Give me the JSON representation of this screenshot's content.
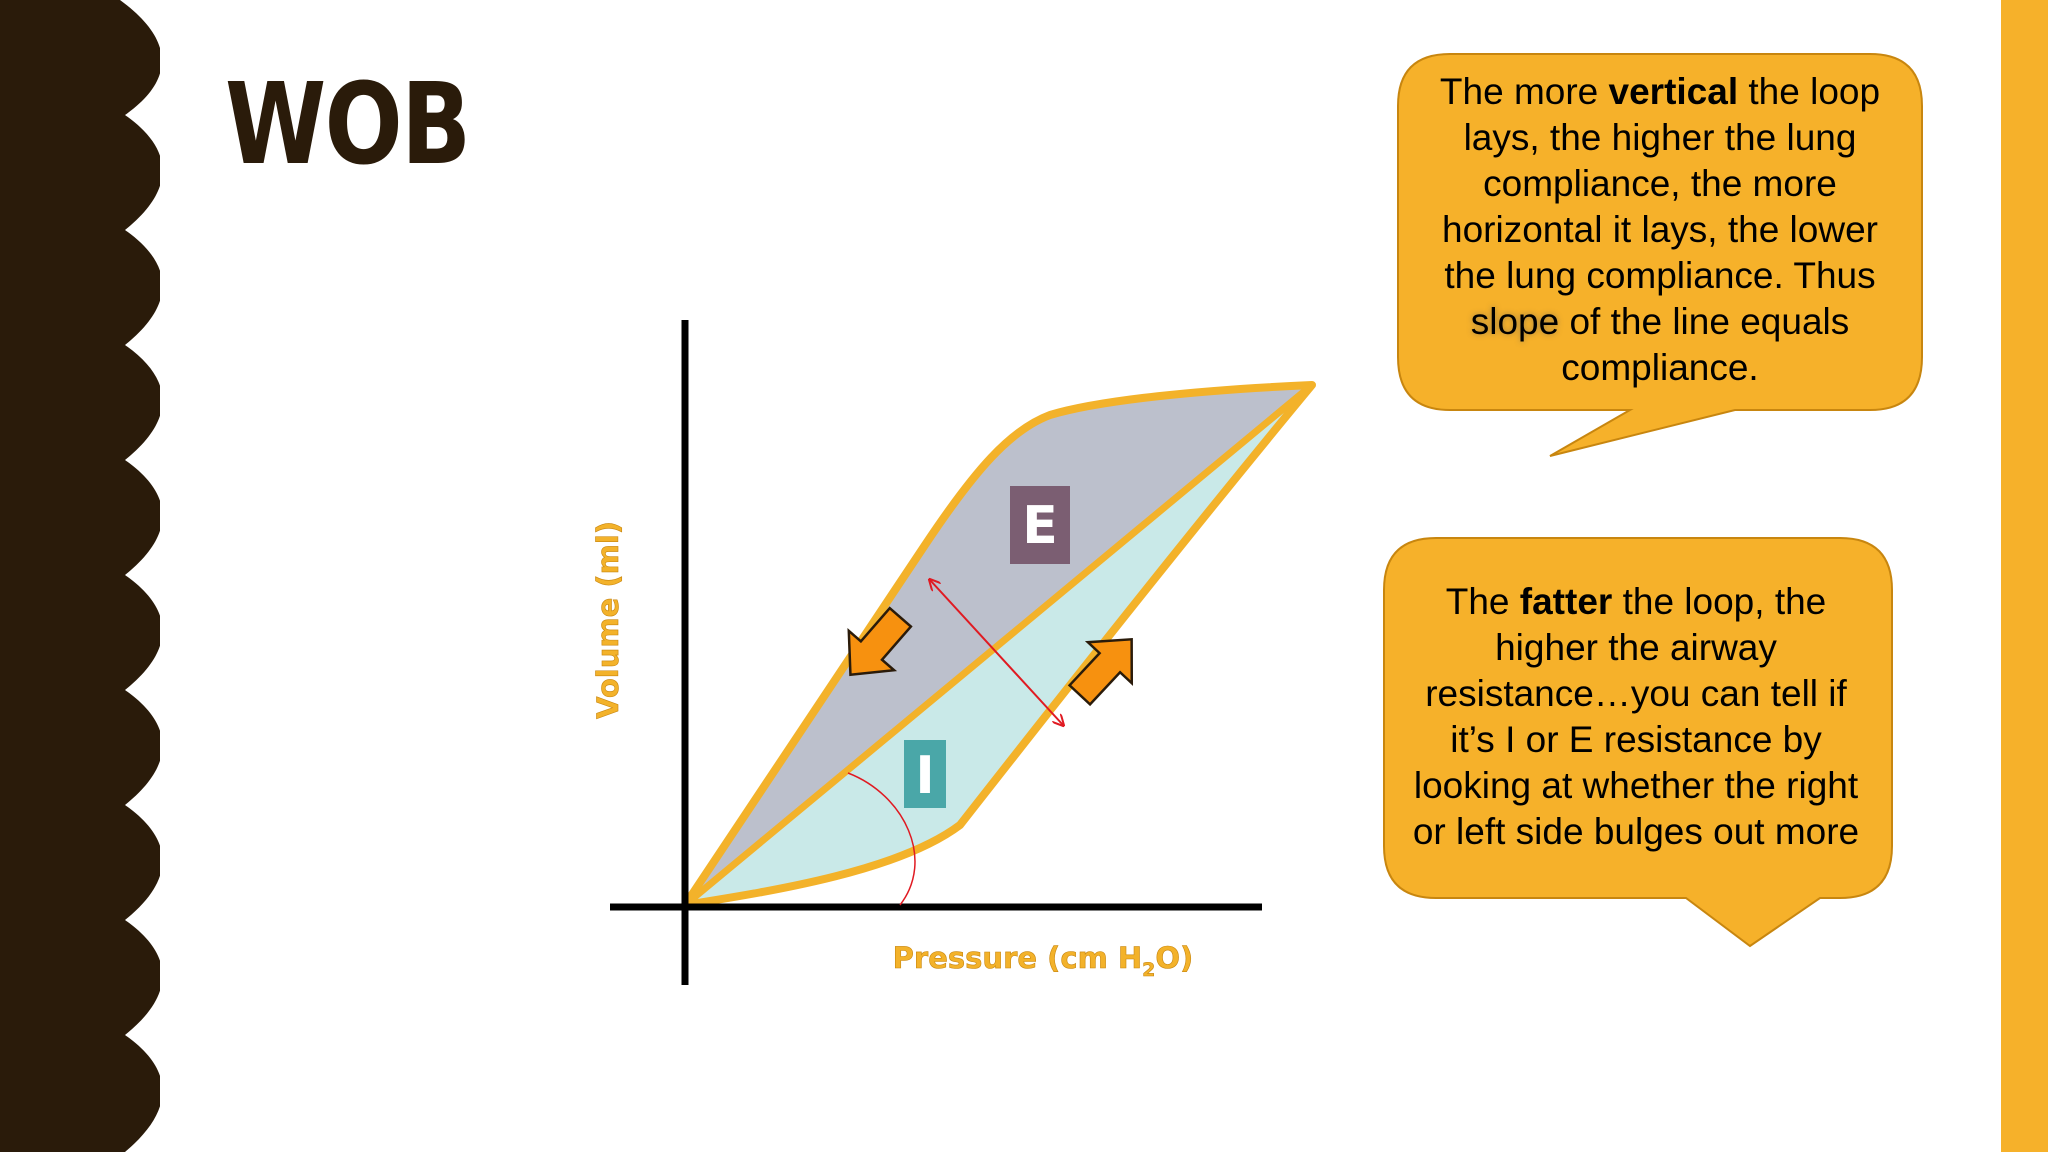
{
  "slide": {
    "title": "WOB"
  },
  "colors": {
    "dark_brown": "#2a1b0a",
    "accent_gold": "#f6b12a",
    "callout_fill": "#f6b12a",
    "callout_border": "#c8860f",
    "loop_outline": "#f3b22a",
    "expiration_fill": "#bcc0cc",
    "inspiration_fill": "#c9e9e8",
    "badge_E": "#7b5e72",
    "badge_I": "#4aa7a8",
    "arrow_fill": "#f7910f",
    "resistance_line": "#e01a22",
    "axis_label_color": "#f3b22a"
  },
  "callouts": {
    "compliance": {
      "before_bold": "The more ",
      "bold": "vertical",
      "after_bold": " the loop lays, the higher the lung compliance, the more horizontal it lays, the lower the lung compliance. Thus ",
      "highlight": "slope",
      "end": " of the line equals compliance."
    },
    "resistance": {
      "before_bold": "The ",
      "bold": "fatter",
      "after_bold": " the loop, the higher the airway resistance…you can tell if it’s I or E resistance by looking at whether the right or left side bulges out more"
    }
  },
  "diagram": {
    "y_axis_label": "Volume (ml)",
    "x_axis_label_prefix": "Pressure (cm H",
    "x_axis_label_subscript": "2",
    "x_axis_label_suffix": "O)",
    "badge_expiration": "E",
    "badge_inspiration": "I",
    "icons": {
      "expiration_arrow": "arrow-down-left-icon",
      "inspiration_arrow": "arrow-up-right-icon",
      "resistance_arrow": "double-headed-arrow-icon",
      "angle_arc": "angle-arc-icon"
    }
  }
}
